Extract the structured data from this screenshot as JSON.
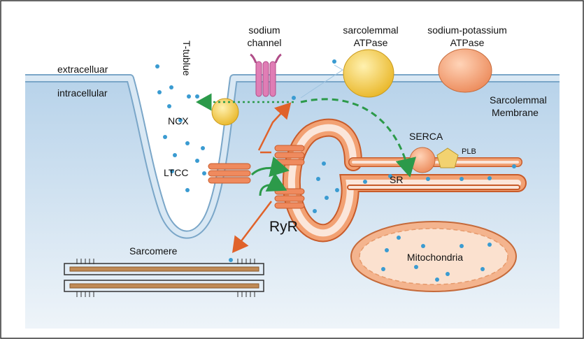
{
  "labels": {
    "extracellular": "extracelluar",
    "intracellular": "intracellular",
    "t_tubule": "T-tublue",
    "sodium_channel_line1": "sodium",
    "sodium_channel_line2": "channel",
    "sarcolemmal_atpase_line1": "sarcolemmal",
    "sarcolemmal_atpase_line2": "ATPase",
    "na_k_atpase_line1": "sodium-potassium",
    "na_k_atpase_line2": "ATPase",
    "sarcolemmal_membrane_line1": "Sarcolemmal",
    "sarcolemmal_membrane_line2": "Membrane",
    "ncx": "NCX",
    "serca": "SERCA",
    "plb": "PLB",
    "sr": "SR",
    "ltcc": "LTCC",
    "ryr": "RyR",
    "sarcomere": "Sarcomere",
    "mitochondria": "Mitochondria"
  },
  "colors": {
    "cytoplasm": "#cfe0ef",
    "membrane": "#b9d4ea",
    "membrane_edge": "#7aa6c8",
    "ryr_channel": "#ef8a5e",
    "ncx_pump": "#f3c84b",
    "na_k_atpase": "#f2a173",
    "sodium_channel": "#e07db5",
    "plb": "#f2d270",
    "calcium_ion": "#3a9bd1",
    "green_arrow": "#2c9a4a",
    "orange_arrow": "#e0622a",
    "sarcomere_filament": "#c08a55",
    "mitochondria": "#f4b48e"
  }
}
